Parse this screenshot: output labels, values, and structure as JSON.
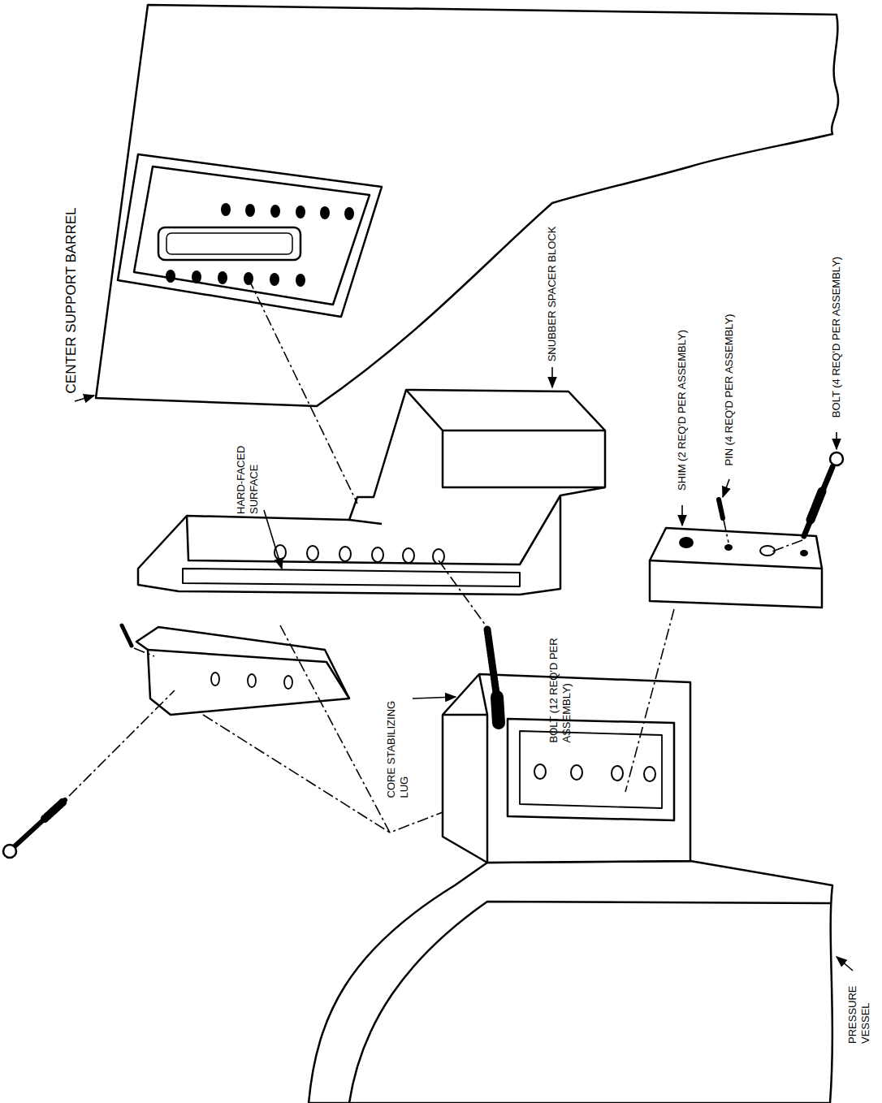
{
  "diagram": {
    "labels": [
      "CENTER SUPPORT BARREL",
      "SNUBBER SPACER BLOCK",
      "HARD-FACED SURFACE",
      "BOLT (12 REQ'D PER ASSEMBLY)",
      "CORE STABILIZING LUG",
      "SHIM (2 REQ'D PER ASSEMBLY)",
      "PIN (4 REQ'D PER ASSEMBLY)",
      "BOLT  (4 REQ'D PER ASSEMBLY)",
      "PRESSURE VESSEL"
    ]
  }
}
